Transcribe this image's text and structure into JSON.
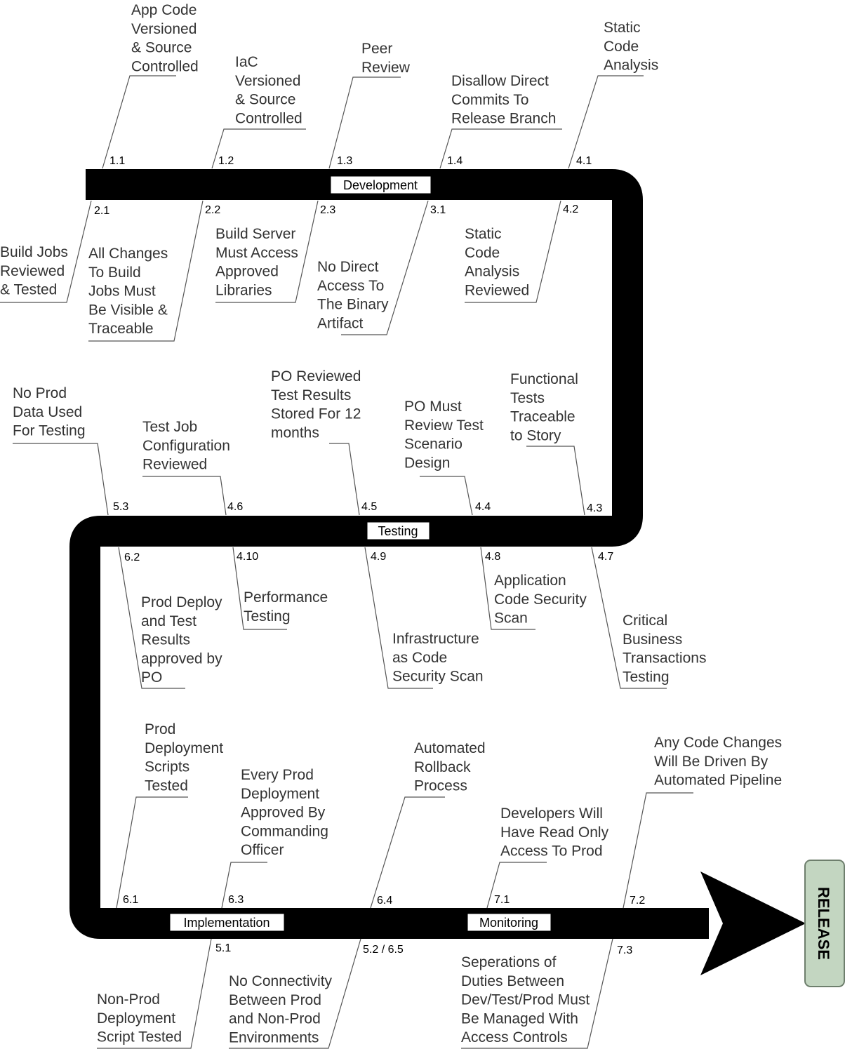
{
  "stages": {
    "development": "Development",
    "testing": "Testing",
    "implementation": "Implementation",
    "monitoring": "Monitoring"
  },
  "release": "RELEASE",
  "colors": {
    "path": "#000000",
    "release_fill": "#c3d6c1",
    "release_border": "#6e7f6d",
    "text": "#333333"
  },
  "controls": [
    {
      "id": "1.1",
      "lines": [
        "App Code",
        "Versioned",
        "& Source",
        "Controlled"
      ]
    },
    {
      "id": "1.2",
      "lines": [
        "IaC",
        "Versioned",
        "& Source",
        "Controlled"
      ]
    },
    {
      "id": "1.3",
      "lines": [
        "Peer",
        "Review"
      ]
    },
    {
      "id": "1.4",
      "lines": [
        "Disallow Direct",
        "Commits To",
        "Release Branch"
      ]
    },
    {
      "id": "4.1",
      "lines": [
        "Static",
        "Code",
        "Analysis"
      ]
    },
    {
      "id": "2.1",
      "lines": [
        "Build Jobs",
        "Reviewed",
        "& Tested"
      ]
    },
    {
      "id": "2.2",
      "lines": [
        "All Changes",
        "To Build",
        "Jobs Must",
        "Be Visible &",
        "Traceable"
      ]
    },
    {
      "id": "2.3",
      "lines": [
        "Build Server",
        "Must Access",
        "Approved",
        "Libraries"
      ]
    },
    {
      "id": "3.1",
      "lines": [
        "No Direct",
        "Access To",
        "The Binary",
        "Artifact"
      ]
    },
    {
      "id": "4.2",
      "lines": [
        "Static",
        "Code",
        "Analysis",
        "Reviewed"
      ]
    },
    {
      "id": "5.3",
      "lines": [
        "No Prod",
        "Data Used",
        "For Testing"
      ]
    },
    {
      "id": "4.6",
      "lines": [
        "Test Job",
        "Configuration",
        "Reviewed"
      ]
    },
    {
      "id": "4.5",
      "lines": [
        "PO Reviewed",
        "Test Results",
        "Stored For 12",
        "months"
      ]
    },
    {
      "id": "4.4",
      "lines": [
        "PO Must",
        "Review Test",
        "Scenario",
        "Design"
      ]
    },
    {
      "id": "4.3",
      "lines": [
        "Functional",
        "Tests",
        "Traceable",
        "to Story"
      ]
    },
    {
      "id": "6.2",
      "lines": [
        "Prod Deploy",
        "and Test",
        "Results",
        "approved by",
        "PO"
      ]
    },
    {
      "id": "4.10",
      "lines": [
        "Performance",
        "Testing"
      ]
    },
    {
      "id": "4.9",
      "lines": [
        "Infrastructure",
        "as Code",
        "Security Scan"
      ]
    },
    {
      "id": "4.8",
      "lines": [
        "Application",
        "Code Security",
        "Scan"
      ]
    },
    {
      "id": "4.7",
      "lines": [
        "Critical",
        "Business",
        "Transactions",
        "Testing"
      ]
    },
    {
      "id": "6.1",
      "lines": [
        "Prod",
        "Deployment",
        "Scripts",
        "Tested"
      ]
    },
    {
      "id": "6.3",
      "lines": [
        "Every Prod",
        "Deployment",
        "Approved By",
        "Commanding",
        "Officer"
      ]
    },
    {
      "id": "6.4",
      "lines": [
        "Automated",
        "Rollback",
        "Process"
      ]
    },
    {
      "id": "7.1",
      "lines": [
        "Developers Will",
        "Have Read Only",
        "Access To Prod"
      ]
    },
    {
      "id": "7.2",
      "lines": [
        "Any Code Changes",
        "Will Be Driven By",
        "Automated Pipeline"
      ]
    },
    {
      "id": "5.1",
      "lines": [
        "Non-Prod",
        "Deployment",
        "Script Tested"
      ]
    },
    {
      "id": "5.2 / 6.5",
      "lines": [
        "No Connectivity",
        "Between Prod",
        "and Non-Prod",
        "Environments"
      ]
    },
    {
      "id": "7.3",
      "lines": [
        "Seperations of",
        "Duties Between",
        "Dev/Test/Prod Must",
        "Be Managed With",
        "Access Controls"
      ]
    }
  ]
}
